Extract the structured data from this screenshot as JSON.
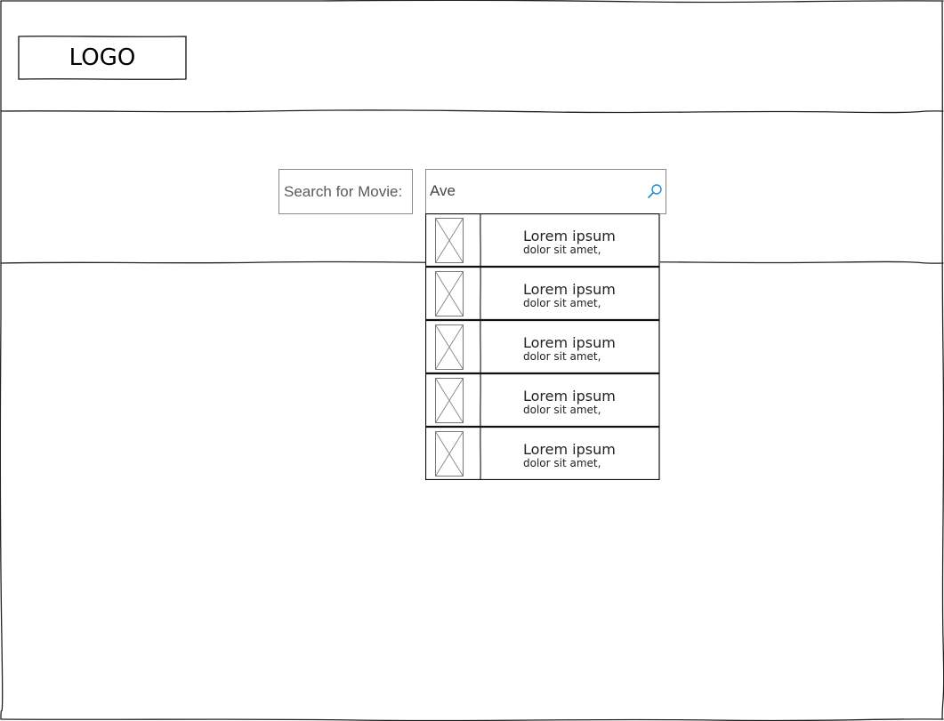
{
  "header": {
    "logo_text": "LOGO"
  },
  "search": {
    "label": "Search for Movie:",
    "value": "Ave",
    "icon": "search-icon",
    "icon_color": "#1a8bd6"
  },
  "results": [
    {
      "title": "Lorem ipsum",
      "subtitle": "dolor sit amet,",
      "thumb": "image-placeholder-icon"
    },
    {
      "title": "Lorem ipsum",
      "subtitle": "dolor sit amet,",
      "thumb": "image-placeholder-icon"
    },
    {
      "title": "Lorem ipsum",
      "subtitle": "dolor sit amet,",
      "thumb": "image-placeholder-icon"
    },
    {
      "title": "Lorem ipsum",
      "subtitle": "dolor sit amet,",
      "thumb": "image-placeholder-icon"
    },
    {
      "title": "Lorem ipsum",
      "subtitle": "dolor sit amet,",
      "thumb": "image-placeholder-icon"
    }
  ]
}
